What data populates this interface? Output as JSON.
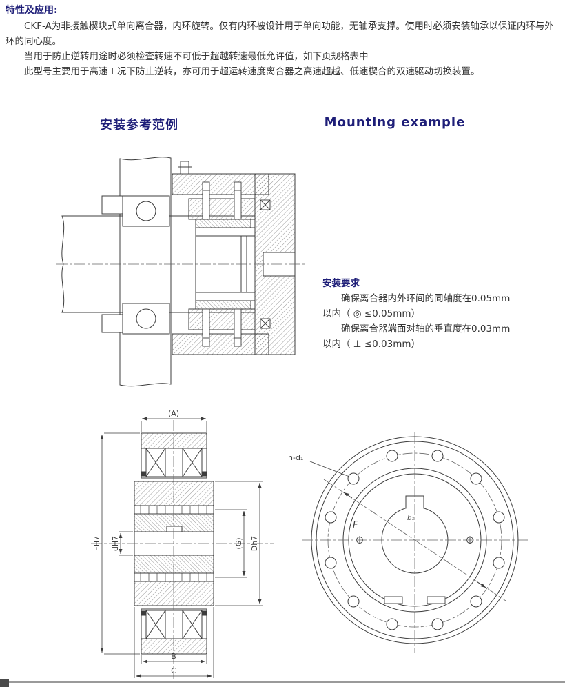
{
  "page": {
    "accent_color": "#1e1e78",
    "body_color": "#333333"
  },
  "features": {
    "heading": "特性及应用:",
    "para1": "CKF-A为非接触楔块式单向离合器，内环旋转。仅有内环被设计用于单向功能，无轴承支撑。使用时必须安装轴承以保证内环与外环的同心度。",
    "para2": "当用于防止逆转用途时必须检查转速不可低于超越转速最低允许值，如下页规格表中",
    "para3": "此型号主要用于高速工况下防止逆转，亦可用于超运转速度离合器之高速超越、低速楔合的双速驱动切换装置。"
  },
  "mounting": {
    "title_zh": "安装参考范例",
    "title_en": "Mounting example"
  },
  "requirements": {
    "heading": "安装要求",
    "line1": "确保离合器内外环间的同轴度在0.05mm",
    "line2": "以内（ ◎ ≤0.05mm）",
    "line3": "确保离合器端面对轴的垂直度在0.03mm",
    "line4": "以内（ ⊥ ≤0.03mm）"
  },
  "section_view": {
    "dim_top": "(A)",
    "dim_left_outer": "EH7",
    "dim_left_inner": "dH7",
    "dim_right_inner": "(G)",
    "dim_right_outer": "Dh7",
    "dim_bottom_inner": "B",
    "dim_bottom_outer": "C"
  },
  "front_view": {
    "label_bolts": "n-d₁",
    "label_diameter": "F",
    "label_keyway": "b₁"
  }
}
